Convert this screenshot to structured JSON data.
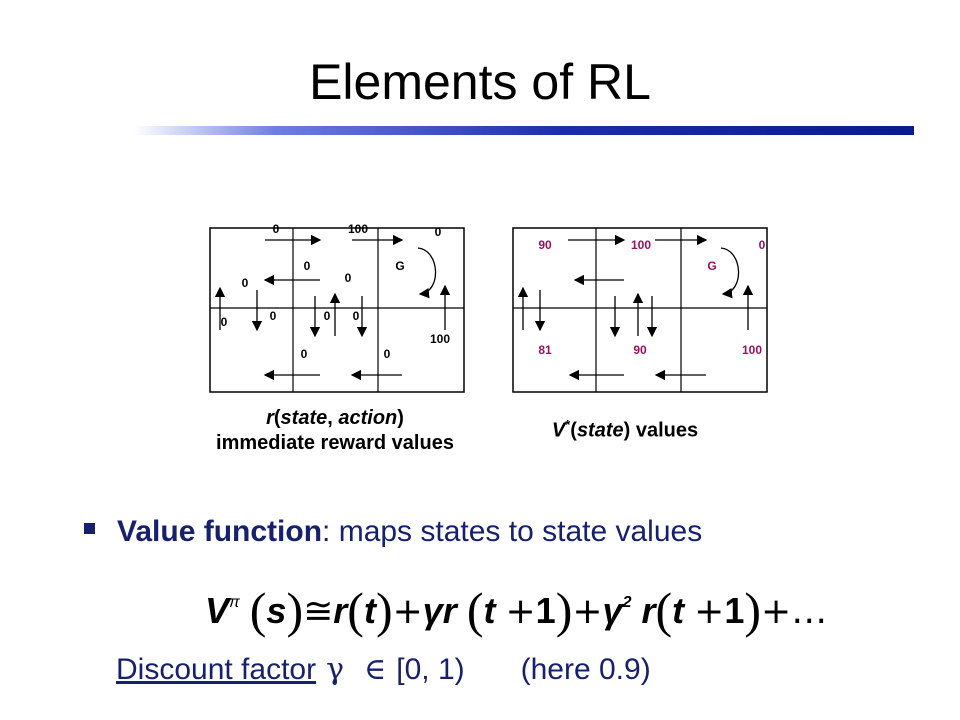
{
  "title": "Elements of RL",
  "left_grid": {
    "caption_line1_r": "r",
    "caption_line1_state": "state",
    "caption_line1_action": "action",
    "caption_line2": "immediate reward values",
    "labels": {
      "top_outside_1": "0",
      "top_100": "100",
      "top_right_0": "0",
      "g": "G",
      "mid_0_a": "0",
      "mid_0_b": "0",
      "left_0": "0",
      "left_edge_0": "0",
      "mid_row_0_a": "0",
      "mid_row_0_b": "0",
      "mid_row_0_c": "0",
      "right_100": "100",
      "bottom_0_a": "0",
      "bottom_0_b": "0"
    }
  },
  "right_grid": {
    "caption_v": "V",
    "caption_star": "*",
    "caption_state": "state",
    "caption_rest": "values",
    "labels": {
      "v_top_left": "90",
      "v_top_mid": "100",
      "g": "G",
      "v_top_right": "0",
      "v_bottom_left": "81",
      "v_bottom_mid": "90",
      "v_bottom_right": "100"
    }
  },
  "bullet": {
    "term": "Value function",
    "rest": ": maps states to state values"
  },
  "formula": {
    "V": "V",
    "pi": "π",
    "s": "s",
    "approx": "≅",
    "r1": "r",
    "t1": "t",
    "plus": "+",
    "gamma": "γ",
    "r2": "r",
    "t2": "t",
    "one": "1",
    "sq": "2",
    "r3": "r",
    "t3": "t",
    "ellipsis": "…"
  },
  "discount": {
    "link": "Discount factor",
    "gamma": "γ",
    "in": "∈",
    "range": "[0, 1)",
    "note": "(here 0.9)"
  },
  "colors": {
    "value_text": "#9a1060",
    "accent": "#17206e"
  }
}
